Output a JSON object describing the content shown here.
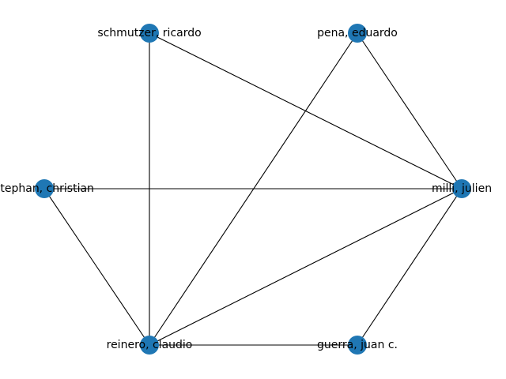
{
  "graph": {
    "node_color": "#1f77b4",
    "edge_color": "#000000",
    "nodes": [
      {
        "id": "schmutzer",
        "label": "schmutzer, ricardo"
      },
      {
        "id": "pena",
        "label": "pena, eduardo"
      },
      {
        "id": "stephan",
        "label": "stephan, christian"
      },
      {
        "id": "milli",
        "label": "milli, julien"
      },
      {
        "id": "reinero",
        "label": "reinero, claudio"
      },
      {
        "id": "guerra",
        "label": "guerra, juan c."
      }
    ],
    "edges": [
      [
        "schmutzer",
        "milli"
      ],
      [
        "schmutzer",
        "reinero"
      ],
      [
        "pena",
        "milli"
      ],
      [
        "pena",
        "reinero"
      ],
      [
        "stephan",
        "milli"
      ],
      [
        "stephan",
        "reinero"
      ],
      [
        "milli",
        "reinero"
      ],
      [
        "milli",
        "guerra"
      ],
      [
        "reinero",
        "guerra"
      ]
    ]
  }
}
